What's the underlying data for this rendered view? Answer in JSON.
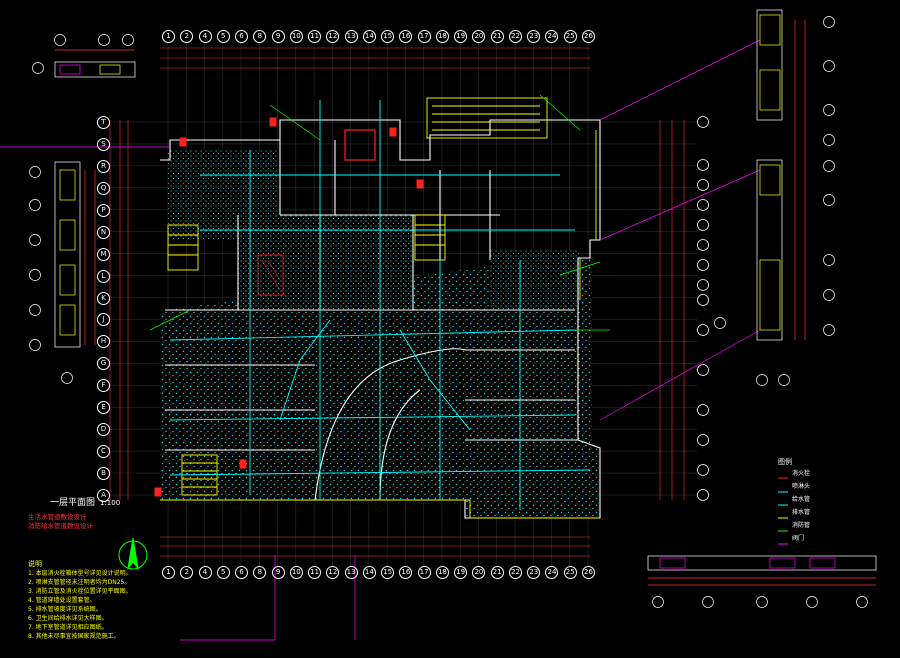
{
  "drawing": {
    "plan_title": "一层平面图",
    "plan_scale": "1:100",
    "plan_subtitle_1": "生活水管道敷设设计",
    "plan_subtitle_2": "消防给水管道敷设设计"
  },
  "notes": {
    "heading": "说明",
    "items": [
      "1. 本层消火栓箱体型号详见设计说明。",
      "2. 喷淋支管管径未注明者均为DN25。",
      "3. 消防立管及消火栓位置详见平面图。",
      "4. 管道穿墙处设置套管。",
      "5. 排水管坡度详见系统图。",
      "6. 卫生间给排水详见大样图。",
      "7. 地下室管道详见相应图纸。",
      "8. 其他未尽事宜按国家规范施工。"
    ]
  },
  "legend": {
    "heading": "图例",
    "items": [
      "消火栓",
      "喷淋头",
      "给水管",
      "排水管",
      "消防管",
      "阀门"
    ]
  },
  "grid_top": [
    "1",
    "2",
    "4",
    "5",
    "6",
    "8",
    "9",
    "10",
    "11",
    "12",
    "13",
    "14",
    "15",
    "16",
    "17",
    "18",
    "19",
    "20",
    "21",
    "22",
    "23",
    "24",
    "25",
    "26"
  ],
  "grid_left": [
    "T",
    "S",
    "R",
    "Q",
    "P",
    "N",
    "M",
    "L",
    "K",
    "J",
    "H",
    "G",
    "F",
    "E",
    "D",
    "C",
    "B",
    "A"
  ],
  "colors": {
    "cyan": "#00ffff",
    "yellow": "#ffff00",
    "red": "#ff2020",
    "white": "#ffffff",
    "green": "#00ff00",
    "magenta": "#ff00ff"
  }
}
